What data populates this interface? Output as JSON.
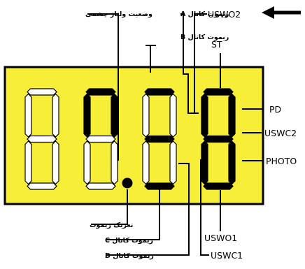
{
  "colors": {
    "panel": "#f6ee37",
    "panel_border": "#000000",
    "segment_off": "#ffffff",
    "segment_on": "#000000",
    "line": "#000000"
  },
  "digits": [
    {
      "lit": []
    },
    {
      "lit": [
        "a",
        "b",
        "f"
      ]
    },
    {
      "lit": [
        "a",
        "g",
        "d"
      ]
    },
    {
      "lit": [
        "a",
        "b",
        "c",
        "d",
        "e",
        "f",
        "g"
      ]
    }
  ],
  "labels": {
    "top_left": "وضعیت ولتاژ چشمی",
    "top_a": "ریموت کانال A",
    "top_b": "ریموت کانال B",
    "uswo2": "USWO2",
    "st": "ST",
    "pd": "PD",
    "uswc2": "USWC2",
    "photo": "PHOTO",
    "bottom_learn": "تعریک ریموت",
    "bottom_c": "ریموت کانال C",
    "bottom_d": "ریموت کانال D",
    "uswo1": "USWO1",
    "uswc1": "USWC1"
  },
  "icons": {
    "arrow": "left-arrow-icon",
    "dot": "decimal-point-icon"
  }
}
